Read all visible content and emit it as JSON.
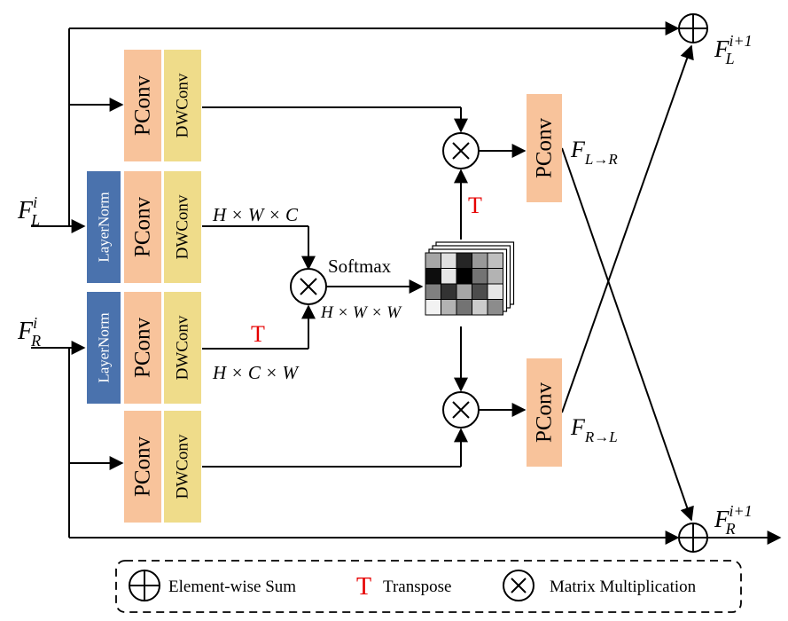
{
  "blocks": {
    "pconv": "PConv",
    "dwconv": "DWConv",
    "layernorm": "LayerNorm"
  },
  "inputs": {
    "left": {
      "base": "F",
      "sub": "L",
      "sup": "i"
    },
    "right": {
      "base": "F",
      "sub": "R",
      "sup": "i"
    }
  },
  "outputs": {
    "left": {
      "base": "F",
      "sub": "L",
      "sup": "i+1"
    },
    "right": {
      "base": "F",
      "sub": "R",
      "sup": "i+1"
    }
  },
  "dims": {
    "hwc": "H × W × C",
    "hcw": "H × C × W",
    "hww": "H × W × W"
  },
  "softmax_label": "Softmax",
  "transpose_mark": "T",
  "features": {
    "l_to_r": {
      "base": "F",
      "sub": "L→R"
    },
    "r_to_l": {
      "base": "F",
      "sub": "R→L"
    }
  },
  "legend": {
    "sum": "Element-wise Sum",
    "transpose": "Transpose",
    "matmul": "Matrix Multiplication"
  },
  "colors": {
    "pconv": "#f8c39b",
    "dwconv": "#efdc8a",
    "layernorm": "#4a72ad",
    "transpose": "#e60000"
  },
  "attention_map": [
    [
      0.35,
      0.12,
      0.85,
      0.4,
      0.25
    ],
    [
      0.95,
      0.1,
      1.0,
      0.55,
      0.3
    ],
    [
      0.5,
      0.8,
      0.35,
      0.7,
      0.1
    ],
    [
      0.05,
      0.3,
      0.55,
      0.2,
      0.45
    ]
  ]
}
